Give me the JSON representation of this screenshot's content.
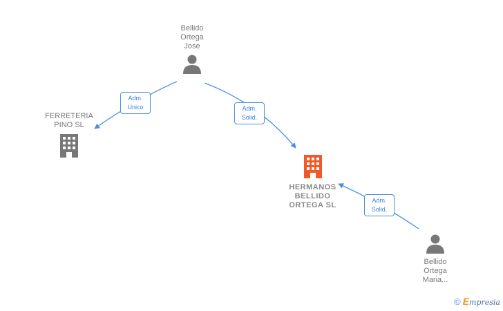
{
  "nodes": {
    "person_jose": {
      "label": "Bellido\nOrtega\nJose",
      "icon": "person-icon"
    },
    "company_ferreteria": {
      "label": "FERRETERIA\nPINO  SL",
      "icon": "building-icon"
    },
    "company_hermanos": {
      "label": "HERMANOS\nBELLIDO\nORTEGA  SL",
      "icon": "building-icon"
    },
    "person_maria": {
      "label": "Bellido\nOrtega\nMaria...",
      "icon": "person-icon"
    }
  },
  "relations": {
    "adm_unico": "Adm.\nUnico",
    "adm_solid_1": "Adm.\nSolid.",
    "adm_solid_2": "Adm.\nSolid."
  },
  "colors": {
    "edge": "#4a90e2",
    "main_company": "#f05a28",
    "other_company": "#777777",
    "person": "#777777"
  },
  "footer": {
    "copyright": "©",
    "brand_initial": "E",
    "brand_rest": "mpresia"
  }
}
